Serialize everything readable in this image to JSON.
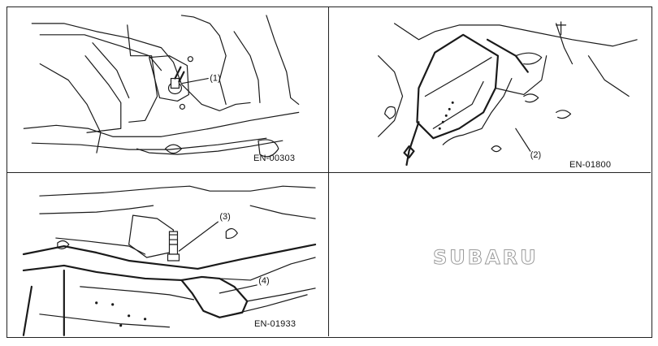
{
  "panels": [
    {
      "callouts": [
        "(1)"
      ],
      "code": "EN-00303"
    },
    {
      "callouts": [
        "(2)"
      ],
      "code": "EN-01800"
    },
    {
      "callouts": [
        "(3)",
        "(4)"
      ],
      "code": "EN-01933"
    },
    {
      "logo": "SUBARU"
    }
  ]
}
